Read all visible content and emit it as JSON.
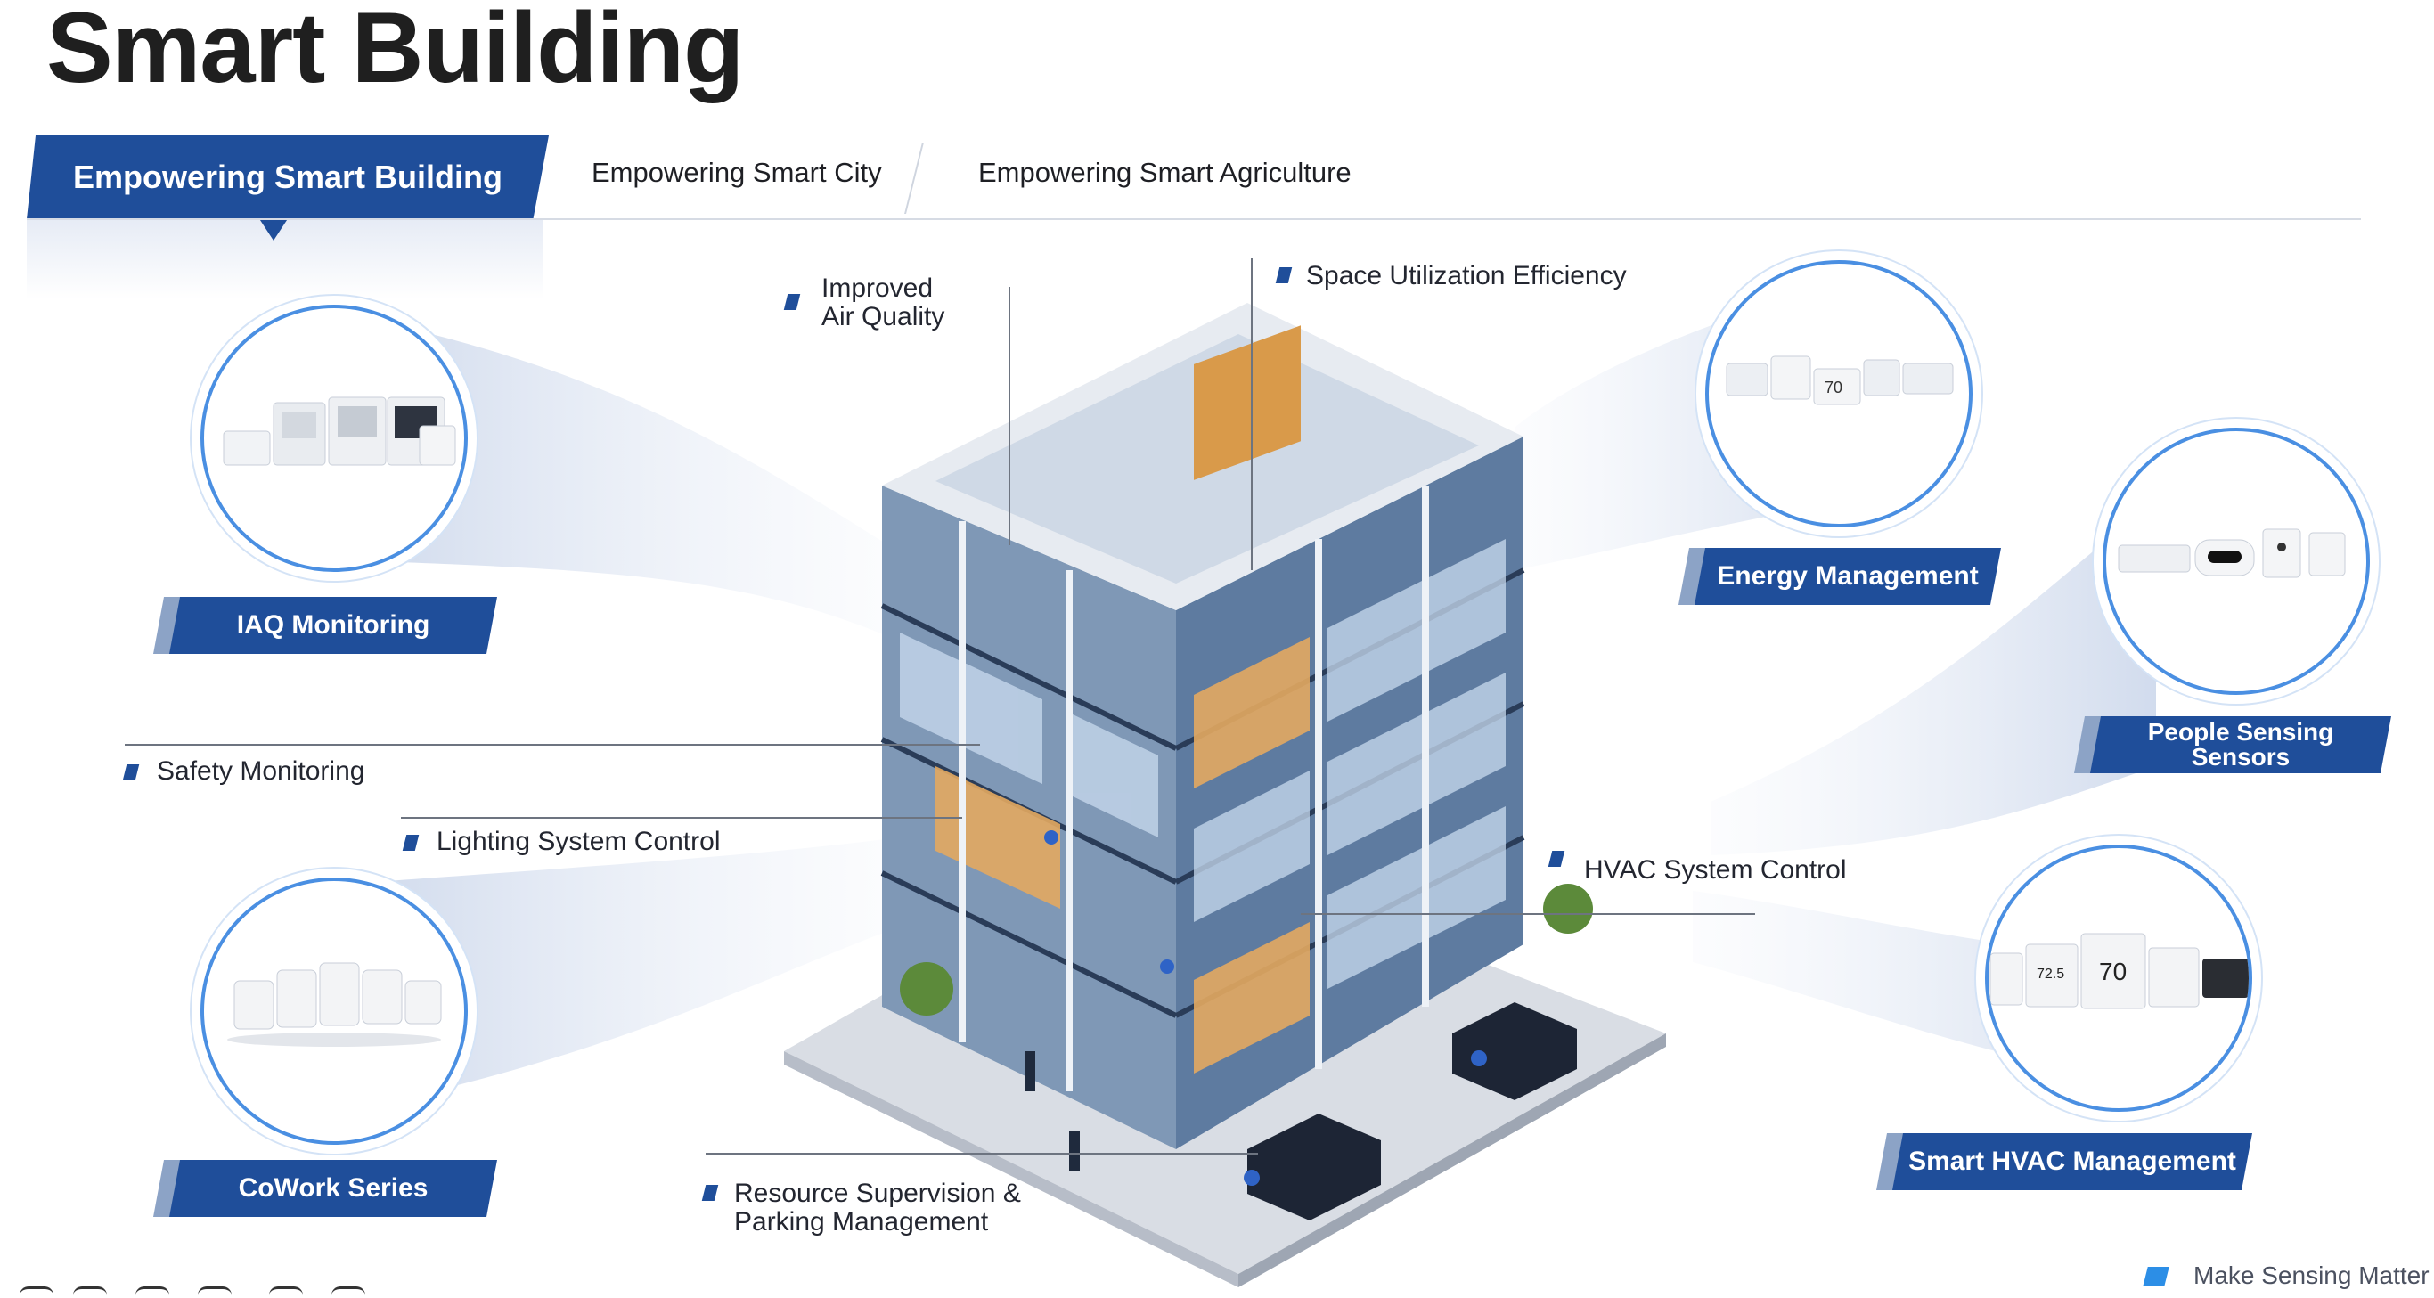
{
  "page": {
    "title": "Smart Building"
  },
  "tabs": [
    {
      "label": "Empowering Smart Building",
      "active": true
    },
    {
      "label": "Empowering Smart City",
      "active": false
    },
    {
      "label": "Empowering Smart Agriculture",
      "active": false
    }
  ],
  "products": {
    "iaq": "IAQ Monitoring",
    "cowork": "CoWork Series",
    "energy": "Energy Management",
    "people_line1": "People Sensing",
    "people_line2": "Sensors",
    "hvac": "Smart HVAC Management"
  },
  "features": {
    "air_quality_line1": "Improved",
    "air_quality_line2": "Air Quality",
    "space": "Space Utilization Efficiency",
    "safety": "Safety Monitoring",
    "lighting": "Lighting System Control",
    "hvac_control": "HVAC System Control",
    "resource_line1": "Resource Supervision &",
    "resource_line2": "Parking Management"
  },
  "device_readouts": {
    "thermostat_small": "72.5",
    "thermostat_large": "70",
    "energy_display": "70"
  },
  "footer": {
    "tagline": "Make Sensing Matter"
  },
  "colors": {
    "brand_blue": "#1f4e9a",
    "accent_blue": "#4a8fe2",
    "footer_mark": "#2c8ee6"
  }
}
